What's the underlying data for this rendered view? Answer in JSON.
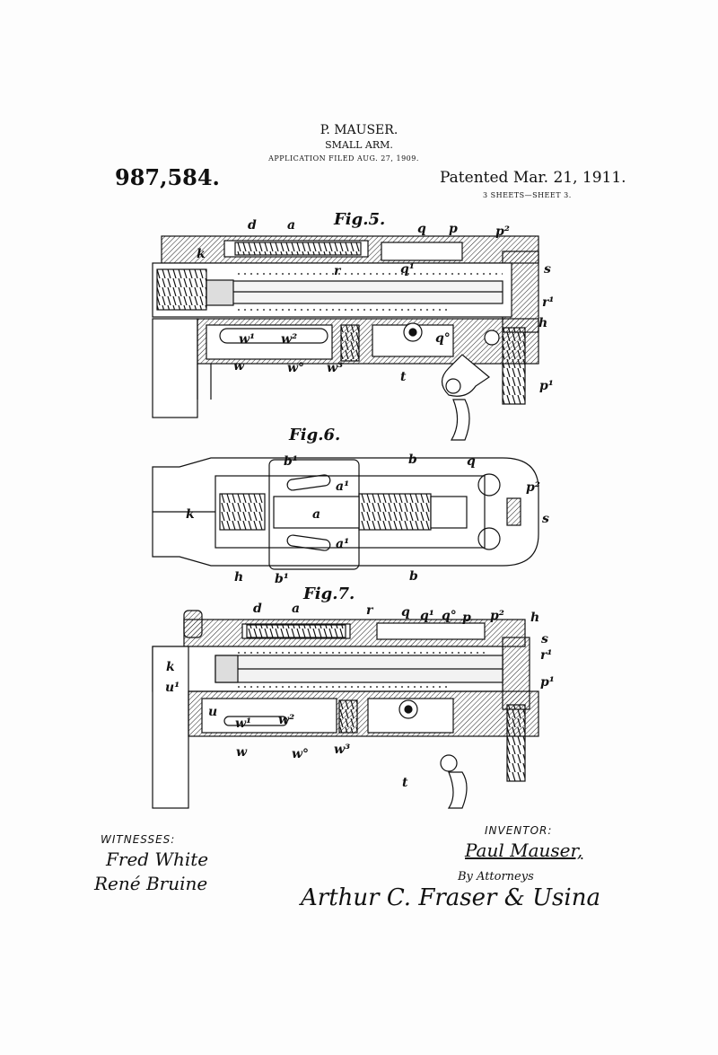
{
  "header": {
    "inventor": "P. MAUSER.",
    "title": "SMALL ARM.",
    "filed": "APPLICATION FILED AUG. 27, 1909.",
    "patent_number": "987,584.",
    "patented": "Patented Mar. 21, 1911.",
    "sheets": "3 SHEETS—SHEET 3."
  },
  "figures": {
    "fig5": {
      "title": "Fig.5.",
      "labels": [
        "d",
        "a",
        "q",
        "p",
        "p²",
        "k",
        "q¹",
        "r",
        "s",
        "r¹",
        "h",
        "w¹",
        "w²",
        "q°",
        "w",
        "w°",
        "w³",
        "t",
        "p¹"
      ]
    },
    "fig6": {
      "title": "Fig.6.",
      "labels": [
        "b¹",
        "b",
        "q",
        "p²",
        "a¹",
        "k",
        "a",
        "s",
        "a¹",
        "h",
        "b¹",
        "b"
      ]
    },
    "fig7": {
      "title": "Fig.7.",
      "labels": [
        "d",
        "a",
        "r",
        "q",
        "q¹",
        "q°",
        "p",
        "p²",
        "h",
        "s",
        "k",
        "r¹",
        "u¹",
        "p¹",
        "u",
        "w¹",
        "w²",
        "w",
        "w°",
        "w³",
        "t"
      ]
    }
  },
  "footer": {
    "witnesses_label": "WITNESSES:",
    "witnesses": [
      "Fred White",
      "René Bruine"
    ],
    "inventor_label": "INVENTOR:",
    "inventor_signature": "Paul Mauser,",
    "by_attorneys": "By Attorneys",
    "attorneys_signature": "Arthur C. Fraser & Usina"
  }
}
